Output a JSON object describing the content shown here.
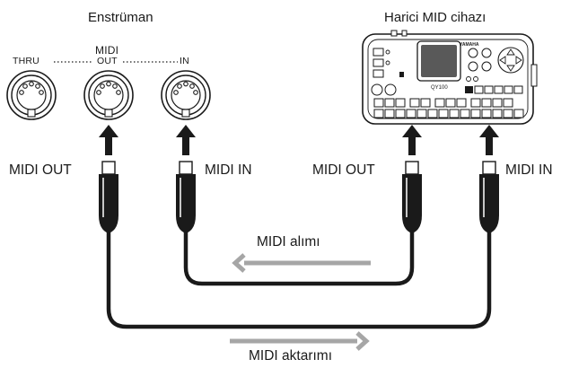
{
  "instrument": {
    "title": "Enstrüman",
    "ports": {
      "group_label": "MIDI",
      "thru": "THRU",
      "out": "OUT",
      "in": "IN"
    },
    "cable_left_label": "MIDI OUT",
    "cable_right_label": "MIDI IN"
  },
  "external_device": {
    "title": "Harici MID cihazı",
    "brand": "YAMAHA",
    "model": "QY100",
    "cable_left_label": "MIDI OUT",
    "cable_right_label": "MIDI IN"
  },
  "flows": {
    "receive_label": "MIDI alımı",
    "transmit_label": "MIDI aktarımı"
  },
  "colors": {
    "line": "#1a1a1a",
    "flow_arrow": "#a6a6a6",
    "panel": "#f2f2f2"
  }
}
